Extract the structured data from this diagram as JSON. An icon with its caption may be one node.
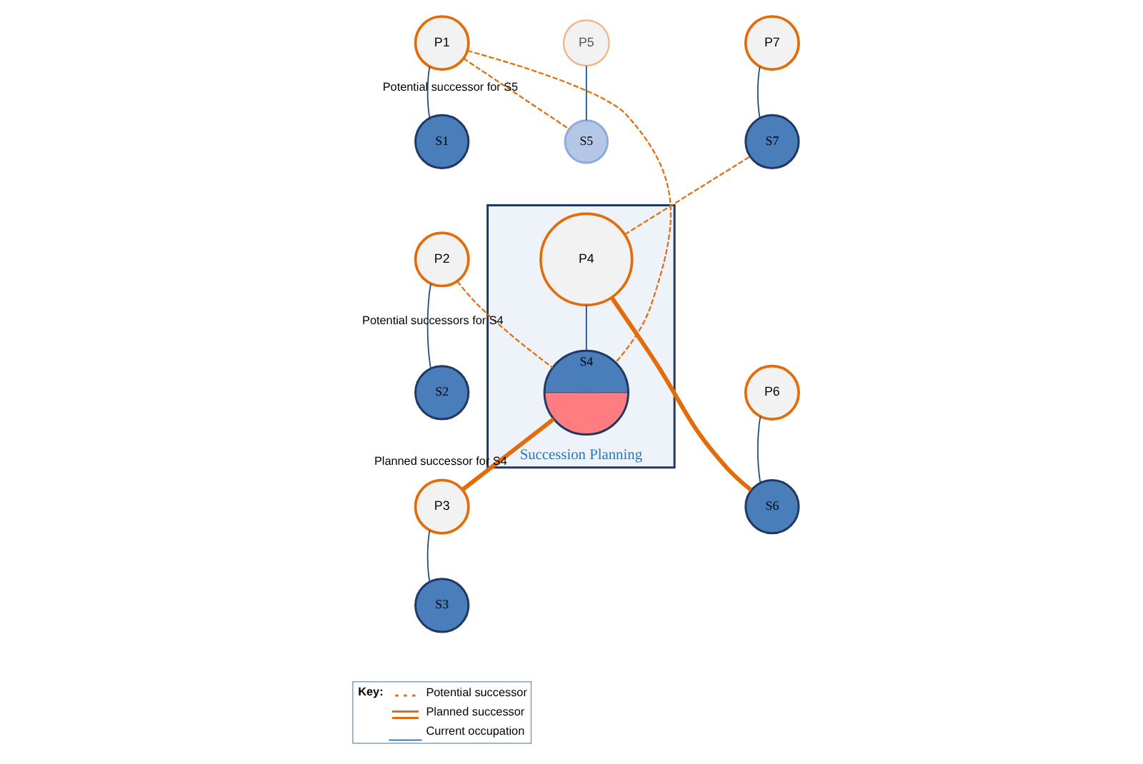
{
  "diagram": {
    "nodes": [
      {
        "text": [
          "P1"
        ]
      },
      {
        "text": [
          "S1"
        ]
      },
      {
        "text": [
          "P5"
        ]
      },
      {
        "text": [
          "S5"
        ]
      },
      {
        "text": [
          "P7"
        ]
      },
      {
        "text": [
          "S7"
        ]
      },
      {
        "text": [
          "Succession Planning"
        ]
      },
      {
        "text": [
          "P4"
        ],
        "in": 6
      },
      {
        "text": [
          "S4"
        ],
        "in": 6
      },
      {
        "text": [
          "P2"
        ]
      },
      {
        "text": [
          "S2"
        ]
      },
      {
        "text": [
          "P6"
        ]
      },
      {
        "text": [
          "S6"
        ]
      },
      {
        "text": [
          "P3"
        ]
      },
      {
        "text": [
          "S3"
        ]
      }
    ],
    "edges": [
      {
        "from": 0,
        "to": 1,
        "arrow": "none"
      },
      {
        "from": 2,
        "to": 3,
        "arrow": "none"
      },
      {
        "from": 4,
        "to": 5,
        "arrow": "none"
      },
      {
        "from": 7,
        "to": 8,
        "arrow": "none"
      },
      {
        "from": 9,
        "to": 10,
        "arrow": "none"
      },
      {
        "from": 11,
        "to": 12,
        "arrow": "none"
      },
      {
        "from": 13,
        "to": 14,
        "arrow": "none"
      },
      {
        "from": 0,
        "to": 3,
        "arrow": "none",
        "label": "Potential successor for S5",
        "style": "dashed",
        "color": "#e36c0a"
      },
      {
        "from": 0,
        "to": 8,
        "arrow": "none",
        "style": "dashed",
        "color": "#e36c0a"
      },
      {
        "from": 9,
        "to": 8,
        "arrow": "none",
        "label": "Potential successors for S4",
        "style": "dashed",
        "color": "#e36c0a"
      },
      {
        "from": 13,
        "to": 8,
        "arrow": "none",
        "label": "Planned successor for S4",
        "style": "thick",
        "color": "#e36c0a"
      },
      {
        "from": 7,
        "to": 5,
        "arrow": "none",
        "style": "dashed",
        "color": "#e36c0a"
      },
      {
        "from": 7,
        "to": 12,
        "arrow": "none",
        "style": "thick",
        "color": "#e36c0a"
      }
    ],
    "labels": [
      "Key:"
    ],
    "legend": [
      {
        "text": "Potential successor"
      },
      {
        "text": "Planned successor"
      },
      {
        "text": "Current occupation"
      }
    ]
  }
}
